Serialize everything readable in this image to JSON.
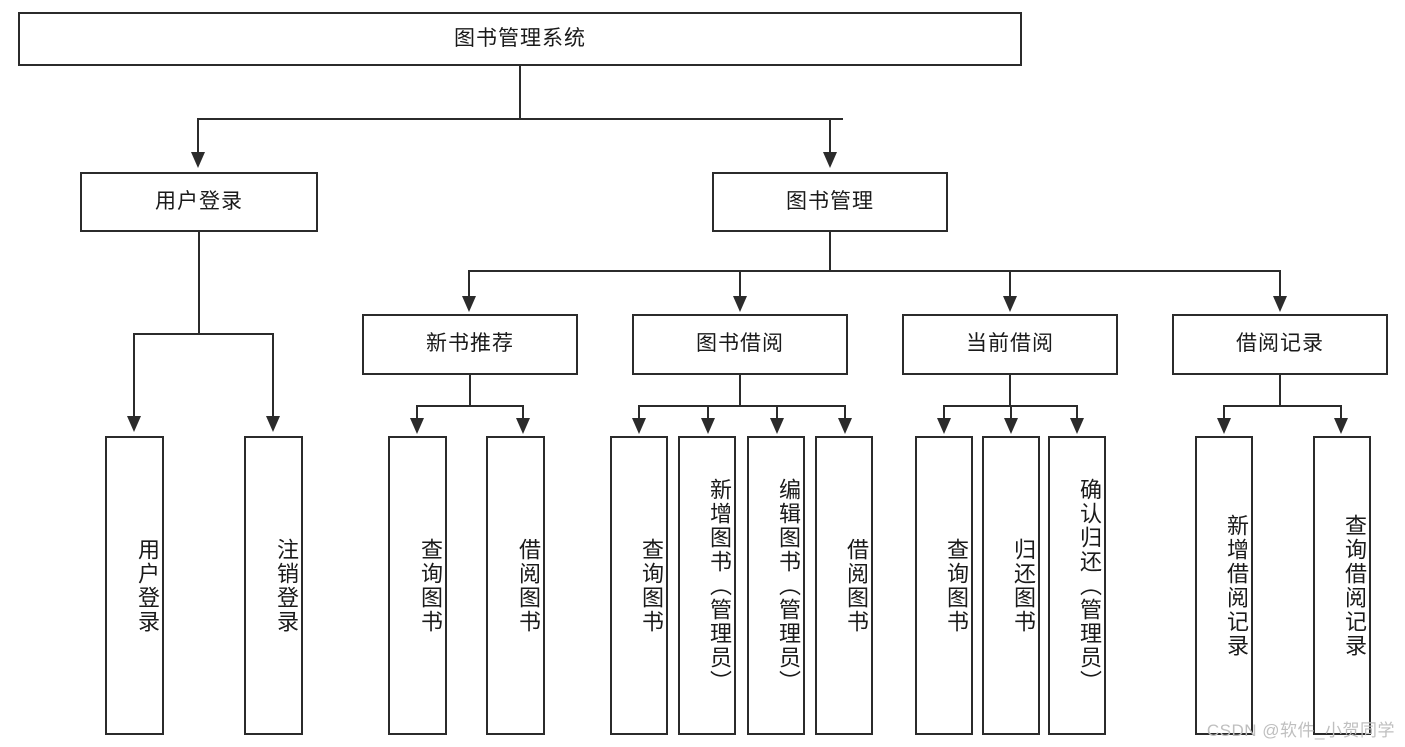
{
  "diagram": {
    "title": "图书管理系统",
    "type": "function-tree",
    "watermark": "CSDN @软件_小贺同学",
    "colors": {
      "stroke": "#2b2b2b",
      "fill": "#ffffff",
      "text": "#1a1a1a",
      "watermark": "#bfbfbf"
    },
    "root": {
      "label": "图书管理系统"
    },
    "level2": [
      {
        "label": "用户登录"
      },
      {
        "label": "图书管理"
      }
    ],
    "level3": [
      {
        "label": "新书推荐"
      },
      {
        "label": "图书借阅"
      },
      {
        "label": "当前借阅"
      },
      {
        "label": "借阅记录"
      }
    ],
    "leaves": {
      "user_login": [
        {
          "label": "用户登录"
        },
        {
          "label": "注销登录"
        }
      ],
      "new_book_recommend": [
        {
          "label": "查询图书"
        },
        {
          "label": "借阅图书"
        }
      ],
      "book_borrow": [
        {
          "label": "查询图书"
        },
        {
          "label": "新增图书（管理员）"
        },
        {
          "label": "编辑图书（管理员）"
        },
        {
          "label": "借阅图书"
        }
      ],
      "current_borrow": [
        {
          "label": "查询图书"
        },
        {
          "label": "归还图书"
        },
        {
          "label": "确认归还（管理员）"
        }
      ],
      "borrow_record": [
        {
          "label": "新增借阅记录"
        },
        {
          "label": "查询借阅记录"
        }
      ]
    }
  }
}
